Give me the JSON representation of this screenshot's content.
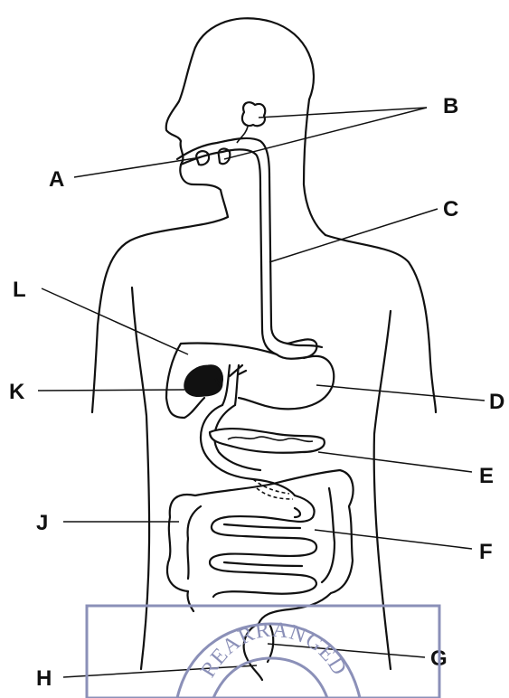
{
  "labels": {
    "A": "A",
    "B": "B",
    "C": "C",
    "D": "D",
    "E": "E",
    "F": "F",
    "G": "G",
    "H": "H",
    "J": "J",
    "K": "K",
    "L": "L"
  },
  "watermark": {
    "text": "REARRANGED &"
  },
  "colors": {
    "line": "#111111",
    "watermark": "#8b90b8",
    "background": "#ffffff"
  }
}
